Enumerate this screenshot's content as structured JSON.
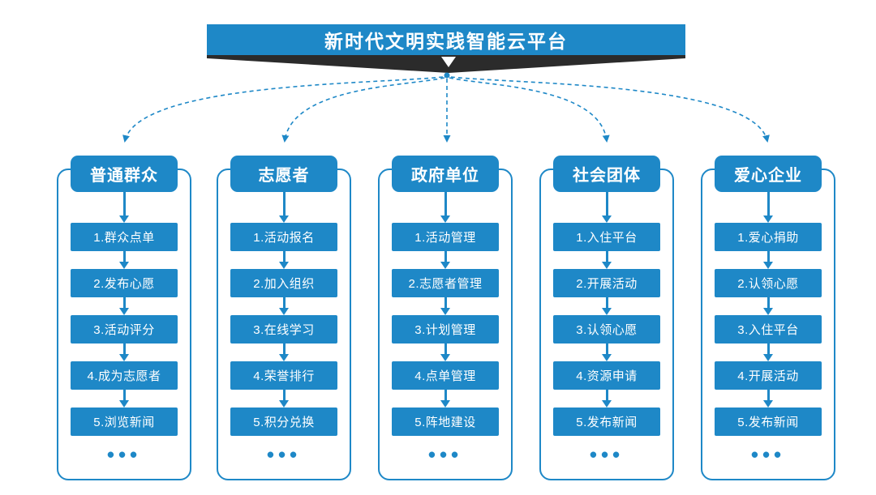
{
  "title": "新时代文明实践智能云平台",
  "ellipsis": "•••",
  "colors": {
    "primary": "#1E88C7",
    "ribbon_dark": "#2B2B2B",
    "background": "#FFFFFF",
    "text_on_primary": "#FFFFFF"
  },
  "icons": {
    "down_arrow": "▼",
    "title_pointer": "▼"
  },
  "columns": [
    {
      "header": "普通群众",
      "items": [
        "1.群众点单",
        "2.发布心愿",
        "3.活动评分",
        "4.成为志愿者",
        "5.浏览新闻"
      ]
    },
    {
      "header": "志愿者",
      "items": [
        "1.活动报名",
        "2.加入组织",
        "3.在线学习",
        "4.荣誉排行",
        "5.积分兑换"
      ]
    },
    {
      "header": "政府单位",
      "items": [
        "1.活动管理",
        "2.志愿者管理",
        "3.计划管理",
        "4.点单管理",
        "5.阵地建设"
      ]
    },
    {
      "header": "社会团体",
      "items": [
        "1.入住平台",
        "2.开展活动",
        "3.认领心愿",
        "4.资源申请",
        "5.发布新闻"
      ]
    },
    {
      "header": "爱心企业",
      "items": [
        "1.爱心捐助",
        "2.认领心愿",
        "3.入住平台",
        "4.开展活动",
        "5.发布新闻"
      ]
    }
  ]
}
